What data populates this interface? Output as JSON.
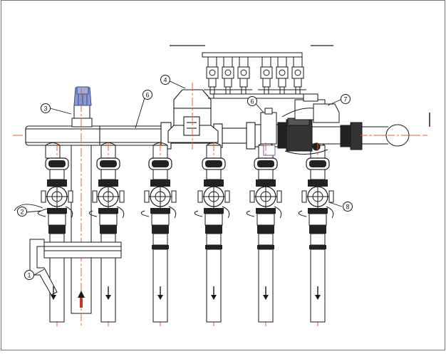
{
  "drawing": {
    "line_color": "#1a1a1a",
    "centerline_color": "#e8642a",
    "filter_cap_color": "#8a9ad0",
    "callouts": [
      {
        "label": "1"
      },
      {
        "label": "2"
      },
      {
        "label": "3"
      },
      {
        "label": "4"
      },
      {
        "label": "6"
      },
      {
        "label": "6"
      },
      {
        "label": "7"
      },
      {
        "label": "8"
      }
    ],
    "flow_arrows": [
      "down",
      "up",
      "down",
      "down",
      "down",
      "down",
      "down"
    ]
  }
}
